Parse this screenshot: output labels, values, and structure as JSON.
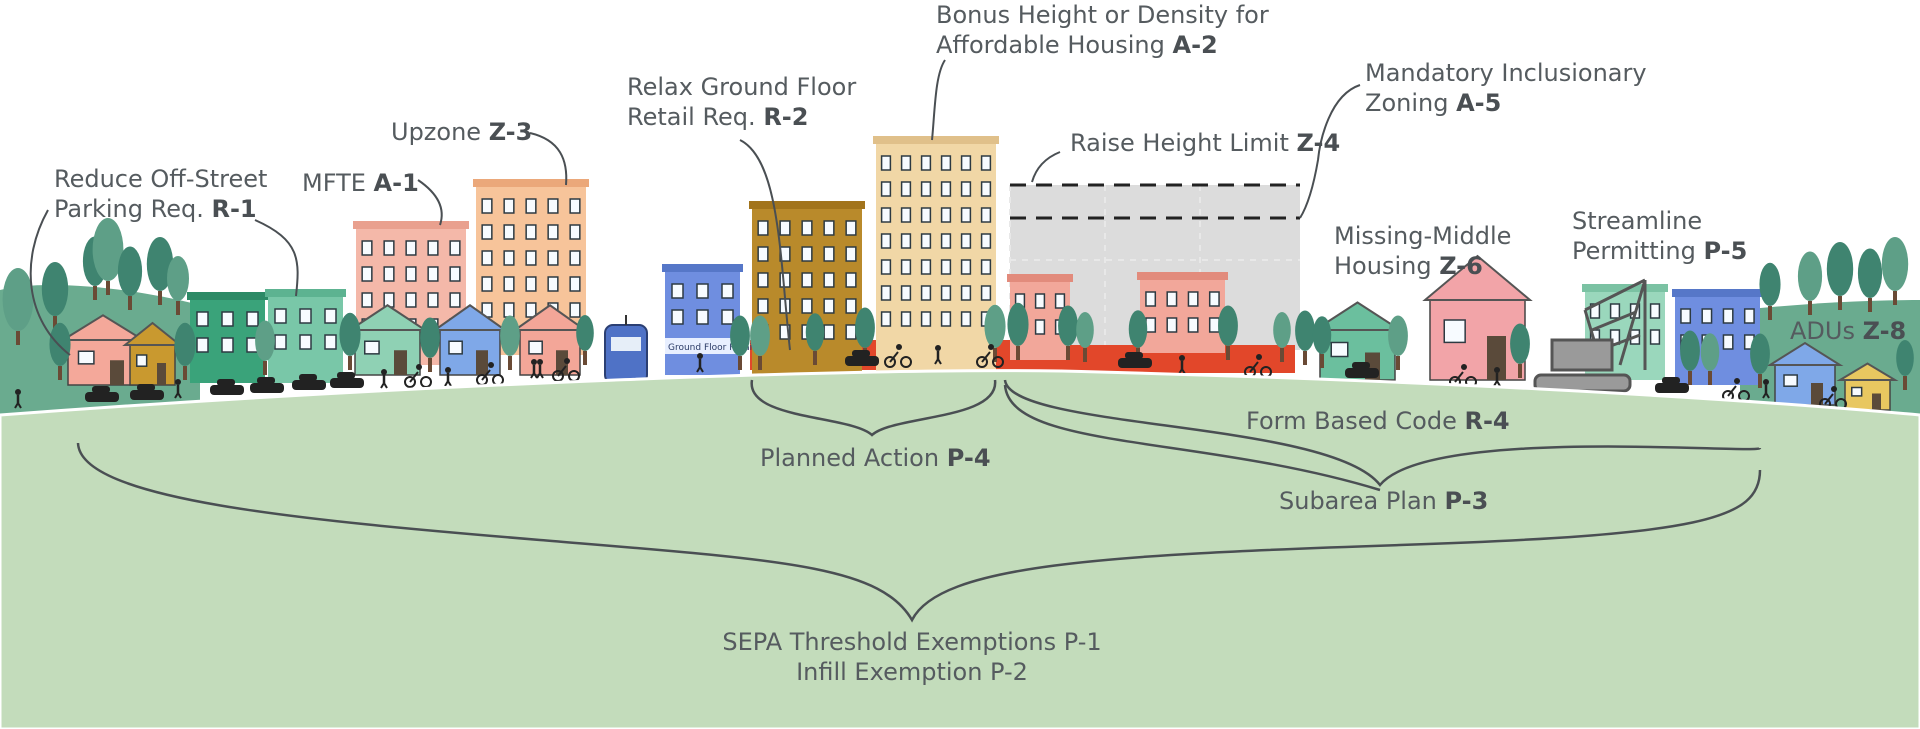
{
  "labels": {
    "reduce_parking": {
      "line1": "Reduce Off-Street",
      "line2": "Parking Req. ",
      "code": "R-1"
    },
    "mfte": {
      "text": "MFTE ",
      "code": "A-1"
    },
    "upzone": {
      "text": "Upzone ",
      "code": "Z-3"
    },
    "relax_retail": {
      "line1": "Relax Ground Floor",
      "line2": "Retail Req. ",
      "code": "R-2"
    },
    "bonus_height": {
      "line1": "Bonus Height or Density for",
      "line2": "Affordable Housing ",
      "code": "A-2"
    },
    "raise_height": {
      "text": "Raise Height Limit ",
      "code": "Z-4"
    },
    "mandatory_iz": {
      "line1": "Mandatory Inclusionary",
      "line2": "Zoning ",
      "code": "A-5"
    },
    "missing_middle": {
      "line1": "Missing-Middle",
      "line2": "Housing ",
      "code": "Z-6"
    },
    "streamline": {
      "line1": "Streamline",
      "line2": "Permitting ",
      "code": "P-5"
    },
    "adus": {
      "text": "ADUs ",
      "code": "Z-8"
    },
    "planned_action": {
      "text": "Planned Action ",
      "code": "P-4"
    },
    "form_based": {
      "text": "Form Based Code ",
      "code": "R-4"
    },
    "subarea": {
      "text": "Subarea Plan ",
      "code": "P-3"
    },
    "sepa": {
      "line1": "SEPA Threshold Exemptions P-1",
      "line2": "Infill Exemption P-2"
    }
  },
  "signs": {
    "ground_floor_retail": "Ground Floor Retail"
  },
  "colors": {
    "ground": "#c3dcbb",
    "hill": "#6aab8f",
    "text": "#555b5f",
    "tree": "#3f8470",
    "rail_bar": "#e2472a",
    "height_zone": "#dcdcdc"
  }
}
